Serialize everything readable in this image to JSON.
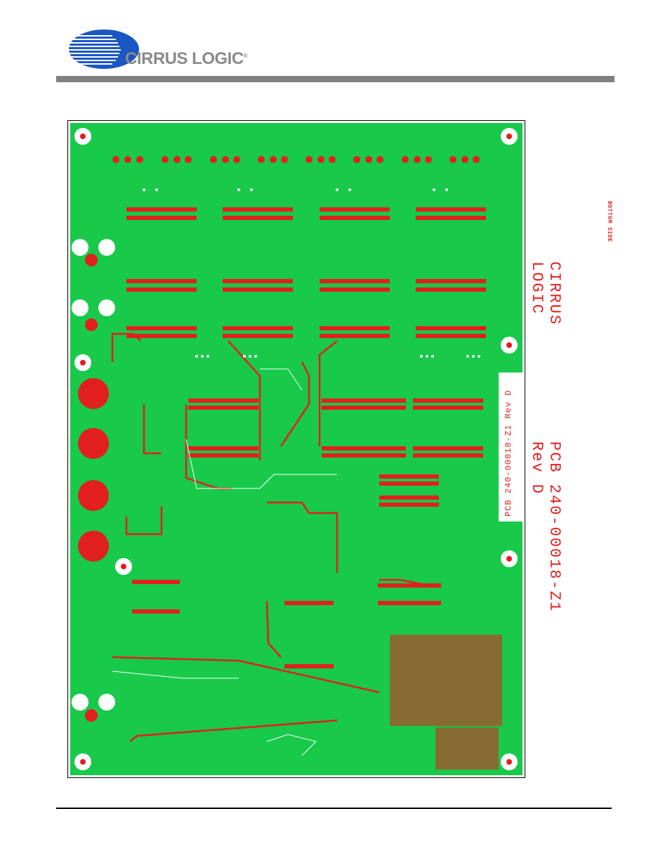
{
  "header": {
    "company": "CIRRUS LOGIC",
    "registered": "®"
  },
  "pcb": {
    "layer_label": "BOTTOM SIDE",
    "company_text": "CIRRUS LOGIC",
    "part_text": "PCB 240-00018-Z1 Rev D",
    "silk_text": "PCB 240-00018-Z1 Rev D"
  },
  "colors": {
    "board": "#18c94a",
    "copper": "#e21f1f",
    "header_rule": "#808080"
  }
}
